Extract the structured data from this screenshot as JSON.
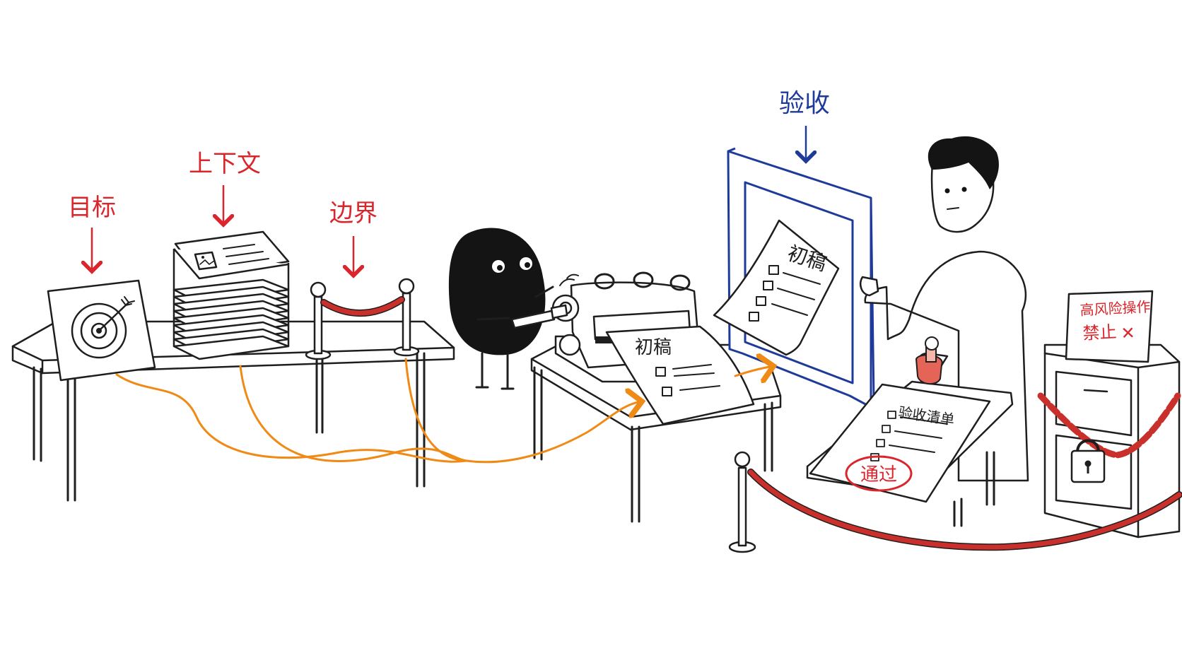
{
  "labels": {
    "goal": "目标",
    "context": "上下文",
    "boundary": "边界",
    "acceptance": "验收"
  },
  "documents": {
    "draft_printed": "初稿",
    "draft_window": "初稿",
    "checklist_title": "验收清单",
    "stamp": "通过"
  },
  "sign": {
    "line1": "高风险操作",
    "line2": "禁止",
    "mark": "✕"
  },
  "colors": {
    "label_red": "#d9252b",
    "label_blue": "#1f3b9a",
    "flow_orange": "#f08a16",
    "rope_red": "#c9302c",
    "ink": "#1e1e1e"
  }
}
